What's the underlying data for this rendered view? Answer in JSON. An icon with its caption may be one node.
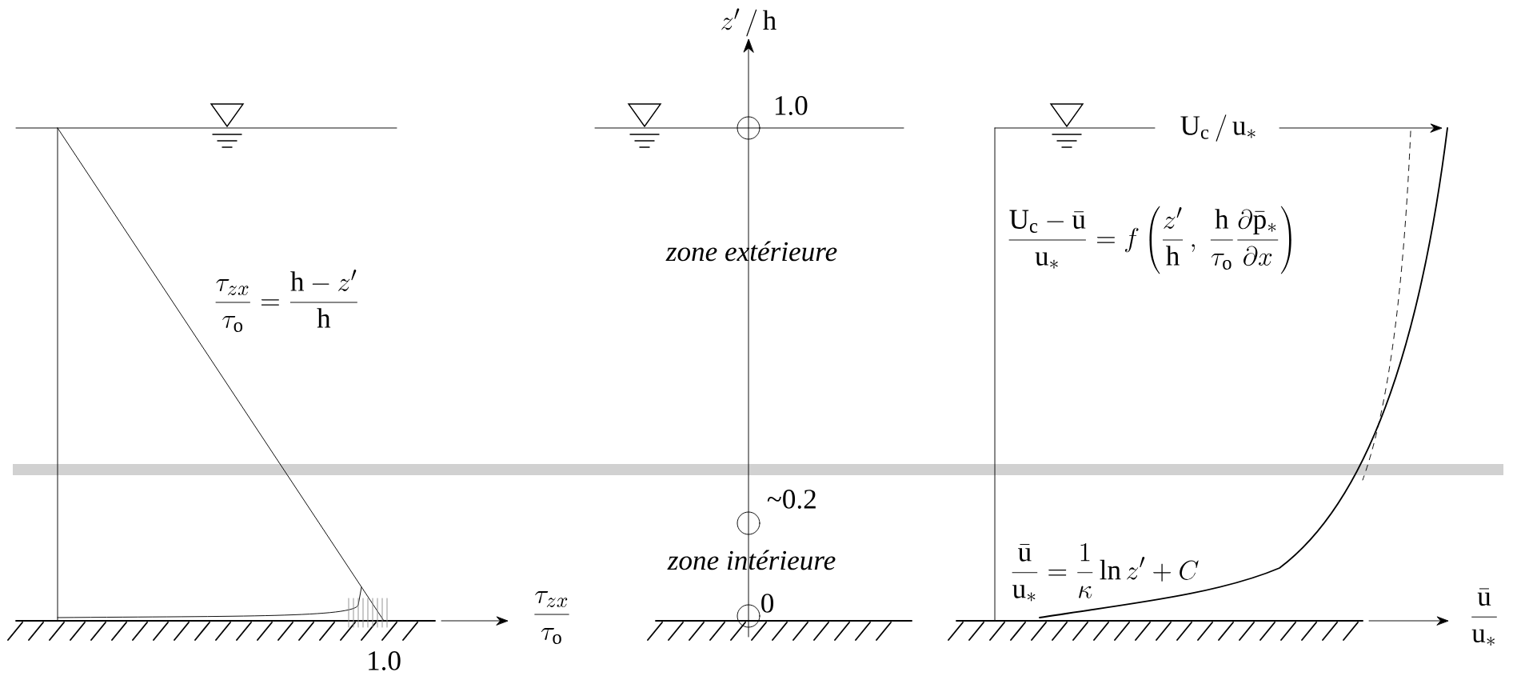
{
  "diagram": {
    "labels": [
      "z'\\,/\\,\\mathrm{h}",
      "1.0",
      "\\mathrm{U_c}\\,/\\,\\mathrm{u}_*",
      "\\frac{\\tau_{zx}}{\\tau_\\mathrm{o}}=\\frac{\\mathrm{h}-z'}{\\mathrm{h}}",
      "zone extérieure",
      "\\frac{\\mathrm{U_c}-\\bar{\\mathrm{u}}}{\\mathrm{u}_*}=f\\left(\\frac{z'}{\\mathrm{h}}\\,,\\ \\frac{\\mathrm{h}}{\\tau_\\mathrm{o}}\\frac{\\partial\\bar{\\mathrm{p}}_*}{\\partial x}\\right)",
      "~0.2",
      "zone intérieure",
      "\\frac{\\bar{\\mathrm{u}}}{\\mathrm{u}_*}=\\frac{1}{\\kappa}\\ln z'+C",
      "0",
      "\\frac{\\tau_{zx}}{\\tau_\\mathrm{o}}",
      "1.0",
      "\\frac{\\bar{\\mathrm{u}}}{\\mathrm{u}_*}"
    ]
  }
}
